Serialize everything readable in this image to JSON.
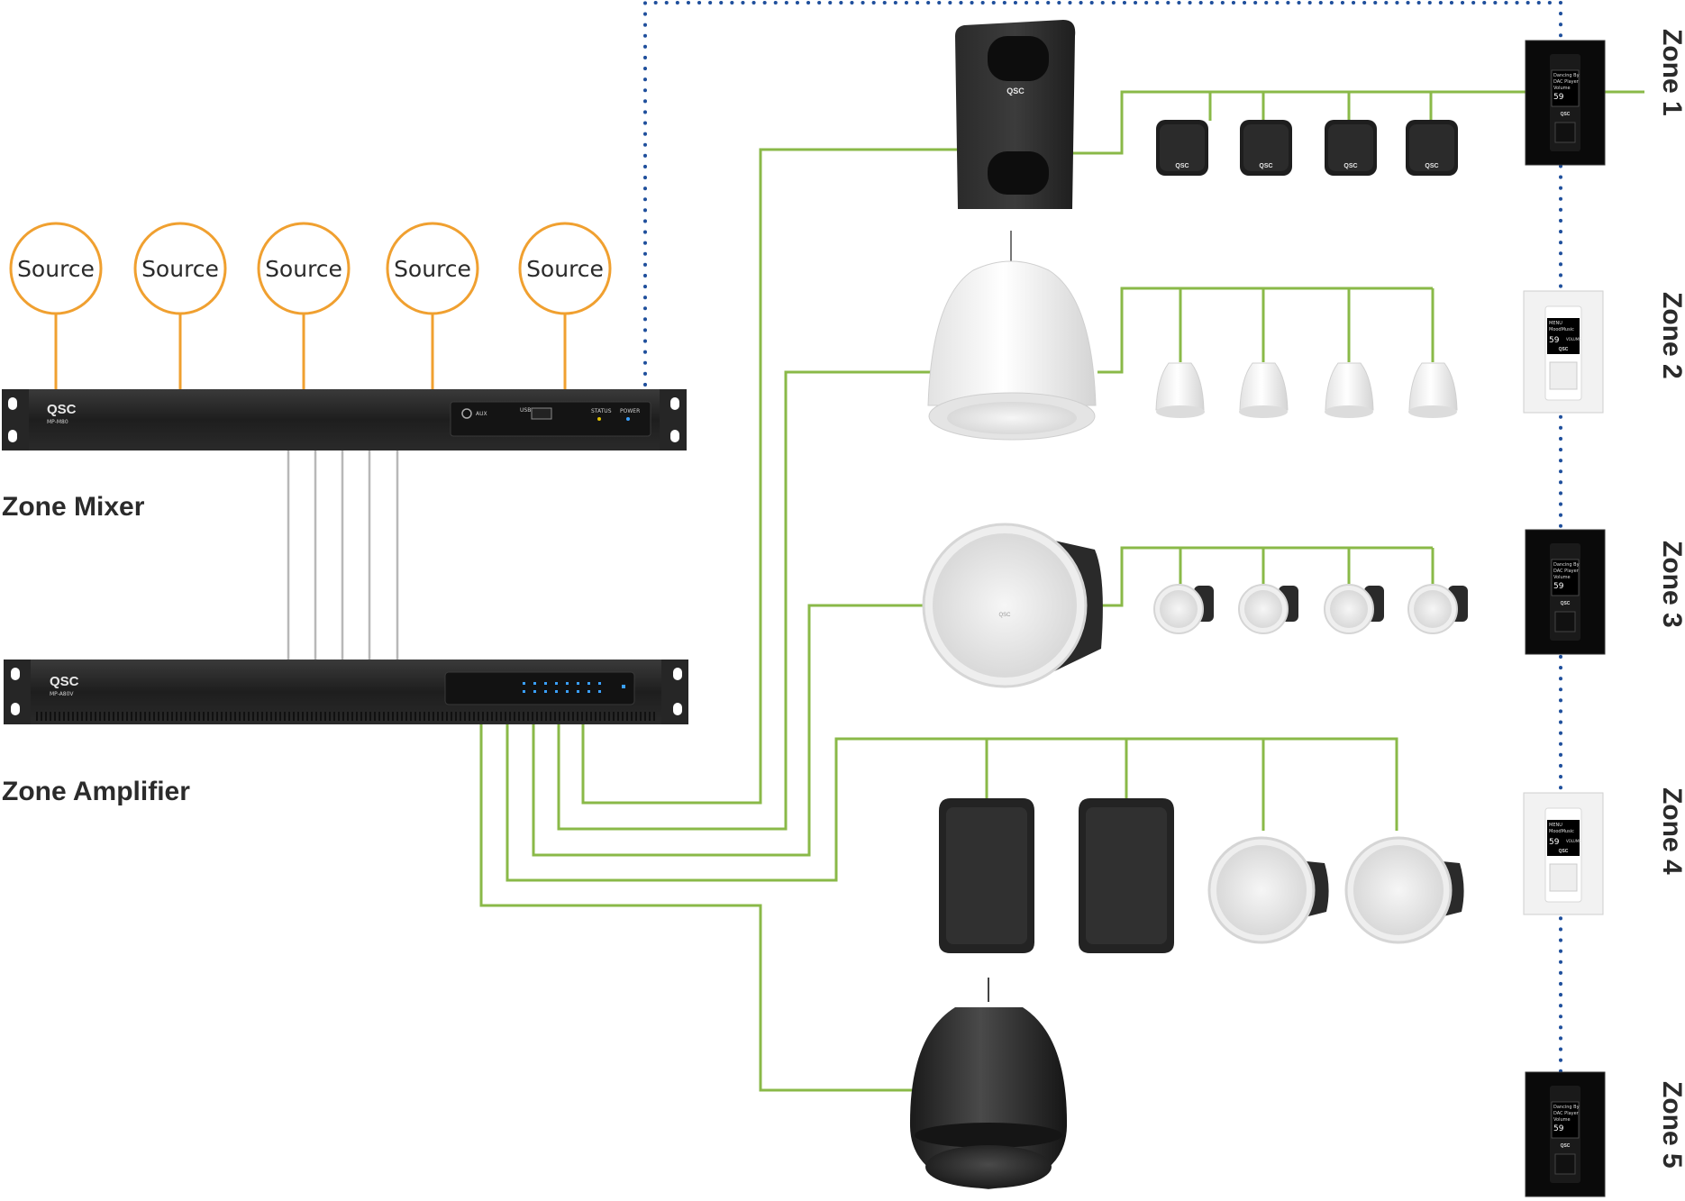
{
  "sources": [
    "Source",
    "Source",
    "Source",
    "Source",
    "Source"
  ],
  "devices": {
    "zone_mixer": {
      "label": "Zone Mixer",
      "brand": "QSC",
      "model": "MP-M80",
      "front_labels": [
        "AUX",
        "USB",
        "STATUS",
        "POWER"
      ]
    },
    "zone_amplifier": {
      "label": "Zone Amplifier",
      "brand": "QSC",
      "model": "MP-A80V"
    }
  },
  "zones": [
    "Zone 1",
    "Zone 2",
    "Zone 3",
    "Zone 4",
    "Zone 5"
  ],
  "wall_controllers": [
    {
      "style": "black",
      "screen_lines": [
        "Dancing By",
        "DAC Player",
        "Volume",
        "59"
      ],
      "brand": "QSC"
    },
    {
      "style": "white",
      "screen_lines": [
        "MENU",
        "MoodMusic",
        "59",
        "VOLUME"
      ],
      "brand": "QSC"
    },
    {
      "style": "black",
      "screen_lines": [
        "Dancing By",
        "DAC Player",
        "Volume",
        "59"
      ],
      "brand": "QSC"
    },
    {
      "style": "white",
      "screen_lines": [
        "MENU",
        "MoodMusic",
        "59",
        "VOLUME"
      ],
      "brand": "QSC"
    },
    {
      "style": "black",
      "screen_lines": [
        "Dancing By",
        "DAC Player",
        "Volume",
        "59"
      ],
      "brand": "QSC"
    }
  ],
  "speaker_brand": "QSC",
  "colors": {
    "speaker_wire": "#8ab948",
    "source_wire": "#f0a030",
    "control_link": "#1f4f9c",
    "audio_link": "#b8b8b8"
  }
}
